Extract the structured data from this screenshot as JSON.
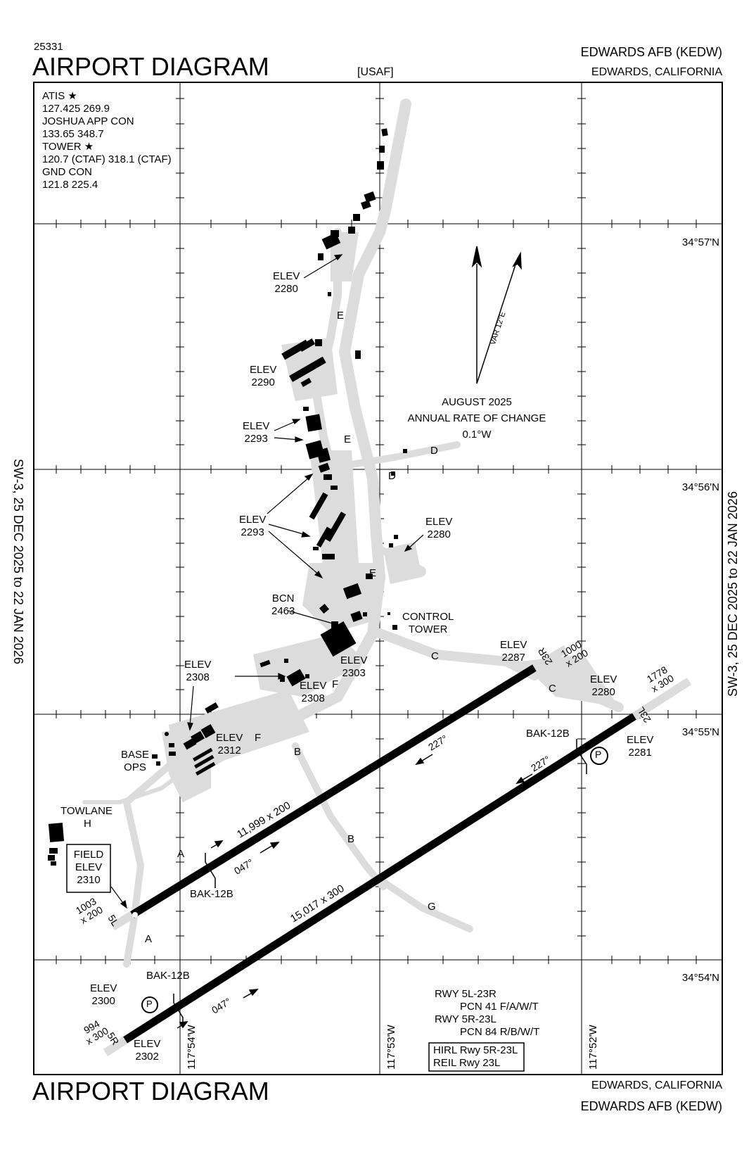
{
  "header": {
    "chart_number": "25331",
    "title": "AIRPORT DIAGRAM",
    "agency": "[USAF]",
    "airport": "EDWARDS AFB  (KEDW)",
    "location": "EDWARDS, CALIFORNIA"
  },
  "footer": {
    "title": "AIRPORT DIAGRAM",
    "location": "EDWARDS, CALIFORNIA",
    "airport": "EDWARDS AFB  (KEDW)"
  },
  "side": {
    "left": "SW-3,  25 DEC 2025  to  22 JAN 2026",
    "right": "SW-3,  25 DEC 2025  to  22 JAN 2026"
  },
  "comms": {
    "atis_label": "ATIS",
    "atis_freq": "127.425  269.9",
    "app_label": "JOSHUA APP CON",
    "app_freq": "133.65  348.7",
    "tower_label": "TOWER",
    "tower_freq": "120.7 (CTAF)  318.1 (CTAF)",
    "gnd_label": "GND CON",
    "gnd_freq": "121.8  225.4"
  },
  "latitudes": [
    "34°57'N",
    "34°56'N",
    "34°55'N",
    "34°54'N"
  ],
  "longitudes": [
    "117°54'W",
    "117°53'W",
    "117°52'W"
  ],
  "magvar": {
    "var": "VAR 12°E",
    "date": "AUGUST 2025",
    "rate_label": "ANNUAL RATE OF CHANGE",
    "rate": "0.1°W"
  },
  "runways": {
    "rwy_5l_23r": {
      "dims": "11,999 x 200",
      "end_a": "5L",
      "end_b": "23R",
      "hdg_ne": "047°",
      "hdg_sw": "227°"
    },
    "rwy_5r_23l": {
      "dims": "15,017 x 300",
      "end_a": "5R",
      "end_b": "23L",
      "hdg_ne": "047°",
      "hdg_sw": "227°"
    },
    "overrun_5l": "1003\nx 200",
    "overrun_23r": "1000\nx 200",
    "overrun_23l": "1778\nx 300",
    "overrun_5r": "994\nx 300"
  },
  "arresting": {
    "label": "BAK-12B"
  },
  "elevations": {
    "e2280_n": "ELEV\n2280",
    "e2290": "ELEV\n2290",
    "e2293_a": "ELEV\n2293",
    "e2293_b": "ELEV\n2293",
    "e2280_mid": "ELEV\n2280",
    "bcn": "BCN\n2463",
    "e2303": "ELEV\n2303",
    "e2308_a": "ELEV\n2308",
    "e2308_b": "ELEV\n2308",
    "e2312": "ELEV\n2312",
    "e2287": "ELEV\n2287",
    "e2280_e": "ELEV\n2280",
    "e2281": "ELEV\n2281",
    "e2300": "ELEV\n2300",
    "e2302": "ELEV\n2302"
  },
  "field_elev": "FIELD\nELEV\n2310",
  "facilities": {
    "control_tower": "CONTROL\nTOWER",
    "base_ops": "BASE\nOPS",
    "towlane": "TOWLANE",
    "towlane_h": "H",
    "parking": "P"
  },
  "taxiways": {
    "A": "A",
    "B": "B",
    "C": "C",
    "D": "D",
    "E": "E",
    "F": "F",
    "G": "G"
  },
  "notes": {
    "rwy1": "RWY 5L-23R",
    "pcn1": "PCN 41 F/A/W/T",
    "rwy2": "RWY 5R-23L",
    "pcn2": "PCN 84 R/B/W/T",
    "hirl": "HIRL Rwy 5R-23L",
    "reil": "REIL Rwy 23L"
  }
}
